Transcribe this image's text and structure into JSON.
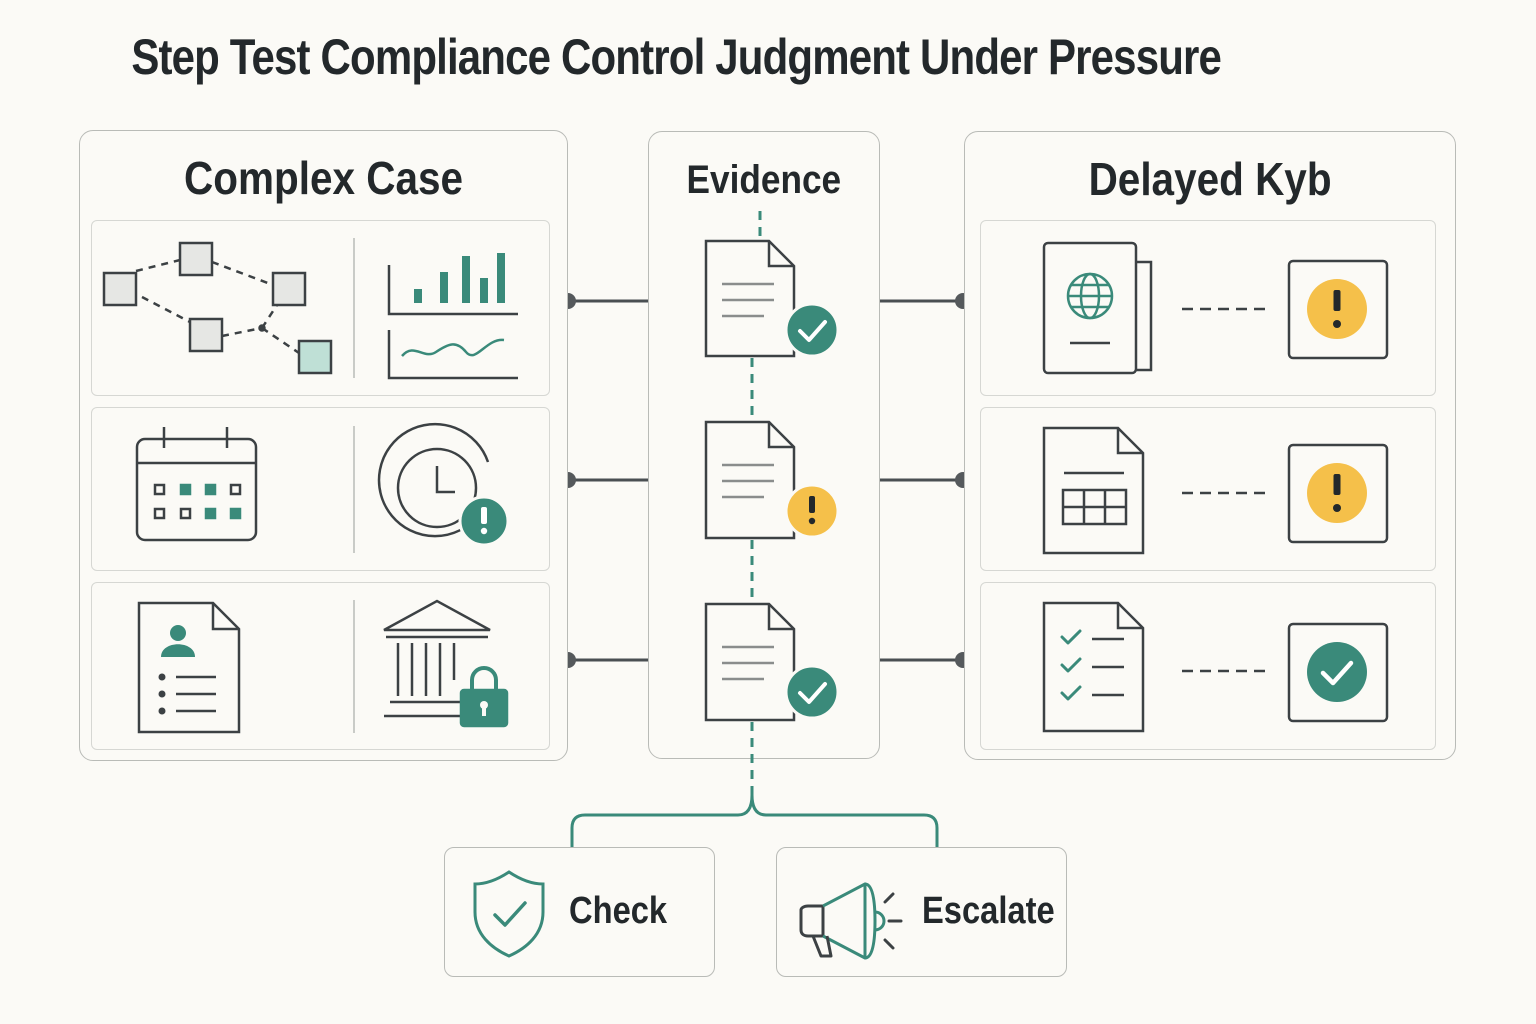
{
  "title": "Step Test Compliance Control Judgment Under Pressure",
  "panels": {
    "complex_case": {
      "title": "Complex Case",
      "rows": [
        {
          "left_icon": "network-graph-icon",
          "right_icon": "bar-and-line-chart-icon"
        },
        {
          "left_icon": "calendar-icon",
          "right_icon": "clock-alert-icon"
        },
        {
          "left_icon": "profile-document-icon",
          "right_icon": "bank-lock-icon"
        }
      ]
    },
    "evidence": {
      "title": "Evidence",
      "items": [
        {
          "icon": "document-icon",
          "status": "verified",
          "status_icon": "check-badge-icon"
        },
        {
          "icon": "document-icon",
          "status": "warning",
          "status_icon": "warning-badge-icon"
        },
        {
          "icon": "document-icon",
          "status": "verified",
          "status_icon": "check-badge-icon"
        }
      ]
    },
    "delayed_kyb": {
      "title": "Delayed Kyb",
      "rows": [
        {
          "left_icon": "passport-icon",
          "status": "warning",
          "status_icon": "warning-badge-icon"
        },
        {
          "left_icon": "spreadsheet-document-icon",
          "status": "warning",
          "status_icon": "warning-badge-icon"
        },
        {
          "left_icon": "checklist-document-icon",
          "status": "verified",
          "status_icon": "check-badge-icon"
        }
      ]
    }
  },
  "outcomes": {
    "check": {
      "label": "Check",
      "icon": "shield-check-icon"
    },
    "escalate": {
      "label": "Escalate",
      "icon": "megaphone-icon"
    }
  },
  "colors": {
    "accent_teal": "#3a8a7a",
    "warning_yellow": "#f5c04a",
    "ink": "#23282b",
    "light_teal": "#bfe0d6"
  }
}
